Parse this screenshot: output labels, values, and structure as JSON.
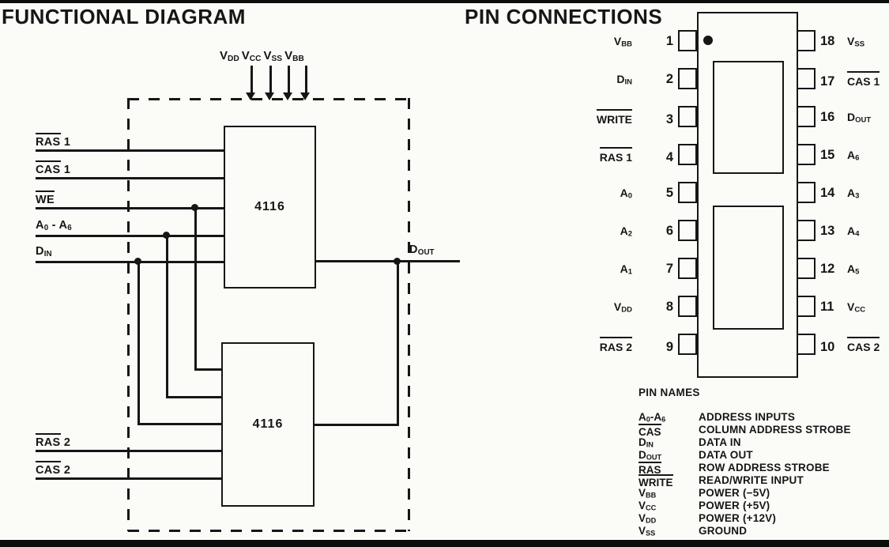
{
  "titles": {
    "functional": "FUNCTIONAL DIAGRAM",
    "pins": "PIN CONNECTIONS"
  },
  "colors": {
    "ink": "#161616",
    "paper": "#fbfbf8"
  },
  "functional_diagram": {
    "power_inputs": [
      {
        "name": "vdd",
        "segs": [
          {
            "t": "V"
          },
          {
            "t": "DD",
            "sub": true
          }
        ]
      },
      {
        "name": "vcc",
        "segs": [
          {
            "t": "V"
          },
          {
            "t": "CC",
            "sub": true
          }
        ]
      },
      {
        "name": "vss",
        "segs": [
          {
            "t": "V"
          },
          {
            "t": "SS",
            "sub": true
          }
        ]
      },
      {
        "name": "vbb",
        "segs": [
          {
            "t": "V"
          },
          {
            "t": "BB",
            "sub": true
          }
        ]
      }
    ],
    "chip_blocks": [
      {
        "label": "4116"
      },
      {
        "label": "4116"
      }
    ],
    "signals_top": [
      {
        "name": "ras1",
        "segs": [
          {
            "t": "RAS",
            "over": true
          },
          {
            "t": " 1"
          }
        ]
      },
      {
        "name": "cas1",
        "segs": [
          {
            "t": "CAS",
            "over": true
          },
          {
            "t": " 1"
          }
        ]
      },
      {
        "name": "we",
        "segs": [
          {
            "t": "WE",
            "over": true
          }
        ]
      },
      {
        "name": "a0a6",
        "segs": [
          {
            "t": "A"
          },
          {
            "t": "0",
            "sub": true
          },
          {
            "t": " - A"
          },
          {
            "t": "6",
            "sub": true
          }
        ]
      },
      {
        "name": "din",
        "segs": [
          {
            "t": "D"
          },
          {
            "t": "IN",
            "sub": true
          }
        ]
      }
    ],
    "signals_bottom": [
      {
        "name": "ras2",
        "segs": [
          {
            "t": "RAS",
            "over": true
          },
          {
            "t": " 2"
          }
        ]
      },
      {
        "name": "cas2",
        "segs": [
          {
            "t": "CAS",
            "over": true
          },
          {
            "t": " 2"
          }
        ]
      }
    ],
    "output": {
      "name": "dout",
      "segs": [
        {
          "t": "D"
        },
        {
          "t": "OUT",
          "sub": true
        }
      ]
    }
  },
  "pin_connections": {
    "left_pins": [
      {
        "num": "1",
        "segs": [
          {
            "t": "V"
          },
          {
            "t": "BB",
            "sub": true
          }
        ]
      },
      {
        "num": "2",
        "segs": [
          {
            "t": "D"
          },
          {
            "t": "IN",
            "sub": true
          }
        ]
      },
      {
        "num": "3",
        "segs": [
          {
            "t": "WRITE",
            "over": true
          }
        ]
      },
      {
        "num": "4",
        "segs": [
          {
            "t": "RAS 1",
            "over": true
          }
        ]
      },
      {
        "num": "5",
        "segs": [
          {
            "t": "A"
          },
          {
            "t": "0",
            "sub": true
          }
        ]
      },
      {
        "num": "6",
        "segs": [
          {
            "t": "A"
          },
          {
            "t": "2",
            "sub": true
          }
        ]
      },
      {
        "num": "7",
        "segs": [
          {
            "t": "A"
          },
          {
            "t": "1",
            "sub": true
          }
        ]
      },
      {
        "num": "8",
        "segs": [
          {
            "t": "V"
          },
          {
            "t": "DD",
            "sub": true
          }
        ]
      },
      {
        "num": "9",
        "segs": [
          {
            "t": "RAS 2",
            "over": true
          }
        ]
      }
    ],
    "right_pins": [
      {
        "num": "18",
        "segs": [
          {
            "t": "V"
          },
          {
            "t": "SS",
            "sub": true
          }
        ]
      },
      {
        "num": "17",
        "segs": [
          {
            "t": "CAS 1",
            "over": true
          }
        ]
      },
      {
        "num": "16",
        "segs": [
          {
            "t": "D"
          },
          {
            "t": "OUT",
            "sub": true
          }
        ]
      },
      {
        "num": "15",
        "segs": [
          {
            "t": "A"
          },
          {
            "t": "6",
            "sub": true
          }
        ]
      },
      {
        "num": "14",
        "segs": [
          {
            "t": "A"
          },
          {
            "t": "3",
            "sub": true
          }
        ]
      },
      {
        "num": "13",
        "segs": [
          {
            "t": "A"
          },
          {
            "t": "4",
            "sub": true
          }
        ]
      },
      {
        "num": "12",
        "segs": [
          {
            "t": "A"
          },
          {
            "t": "5",
            "sub": true
          }
        ]
      },
      {
        "num": "11",
        "segs": [
          {
            "t": "V"
          },
          {
            "t": "CC",
            "sub": true
          }
        ]
      },
      {
        "num": "10",
        "segs": [
          {
            "t": "CAS 2",
            "over": true
          }
        ]
      }
    ]
  },
  "pin_names": {
    "title": "PIN NAMES",
    "rows": [
      {
        "segs": [
          {
            "t": "A"
          },
          {
            "t": "0",
            "sub": true
          },
          {
            "t": "-A"
          },
          {
            "t": "6",
            "sub": true
          }
        ],
        "desc": "ADDRESS INPUTS"
      },
      {
        "segs": [
          {
            "t": "CAS",
            "over": true
          }
        ],
        "desc": "COLUMN ADDRESS STROBE"
      },
      {
        "segs": [
          {
            "t": "D"
          },
          {
            "t": "IN",
            "sub": true
          }
        ],
        "desc": "DATA IN"
      },
      {
        "segs": [
          {
            "t": "D"
          },
          {
            "t": "OUT",
            "sub": true
          }
        ],
        "desc": "DATA OUT"
      },
      {
        "segs": [
          {
            "t": "RAS",
            "over": true
          }
        ],
        "desc": "ROW ADDRESS STROBE"
      },
      {
        "segs": [
          {
            "t": "WRITE",
            "over": true
          }
        ],
        "desc": "READ/WRITE INPUT"
      },
      {
        "segs": [
          {
            "t": "V"
          },
          {
            "t": "BB",
            "sub": true
          }
        ],
        "desc": "POWER (−5V)"
      },
      {
        "segs": [
          {
            "t": "V"
          },
          {
            "t": "CC",
            "sub": true
          }
        ],
        "desc": "POWER (+5V)"
      },
      {
        "segs": [
          {
            "t": "V"
          },
          {
            "t": "DD",
            "sub": true
          }
        ],
        "desc": "POWER (+12V)"
      },
      {
        "segs": [
          {
            "t": "V"
          },
          {
            "t": "SS",
            "sub": true
          }
        ],
        "desc": "GROUND"
      }
    ]
  }
}
